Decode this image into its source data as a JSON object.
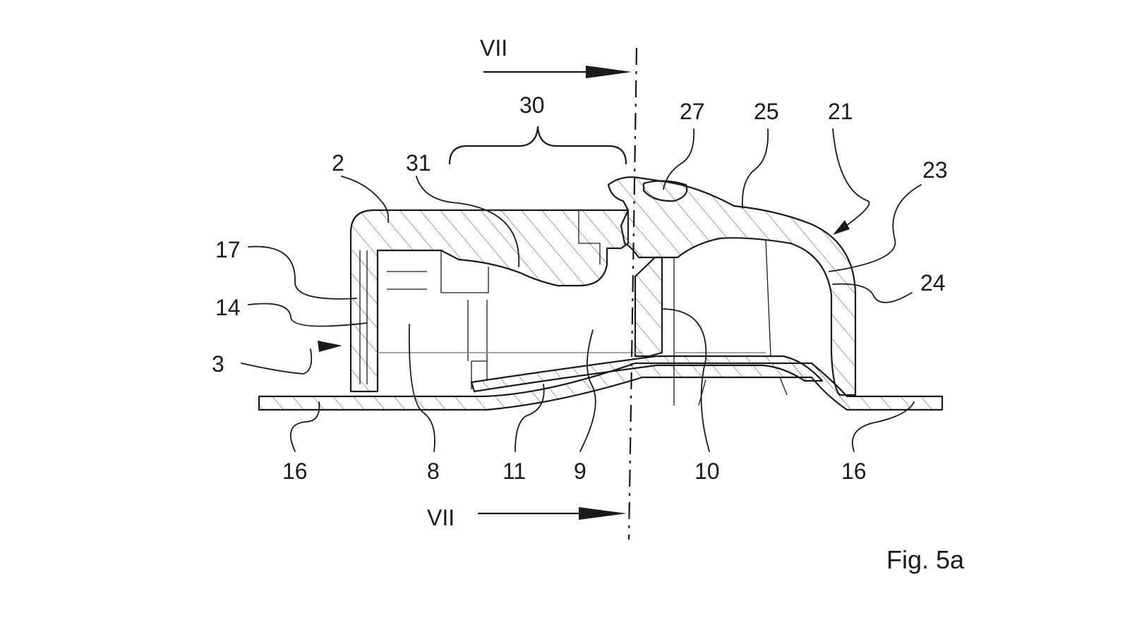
{
  "section": {
    "label_top": "VII",
    "label_bottom": "VII"
  },
  "caption": "Fig. 5a",
  "reference_numerals": {
    "n30": "30",
    "n27": "27",
    "n25": "25",
    "n21": "21",
    "n23": "23",
    "n2": "2",
    "n31": "31",
    "n17": "17",
    "n24": "24",
    "n14": "14",
    "n3": "3",
    "n16_left": "16",
    "n8": "8",
    "n11": "11",
    "n9": "9",
    "n10": "10",
    "n16_right": "16"
  }
}
